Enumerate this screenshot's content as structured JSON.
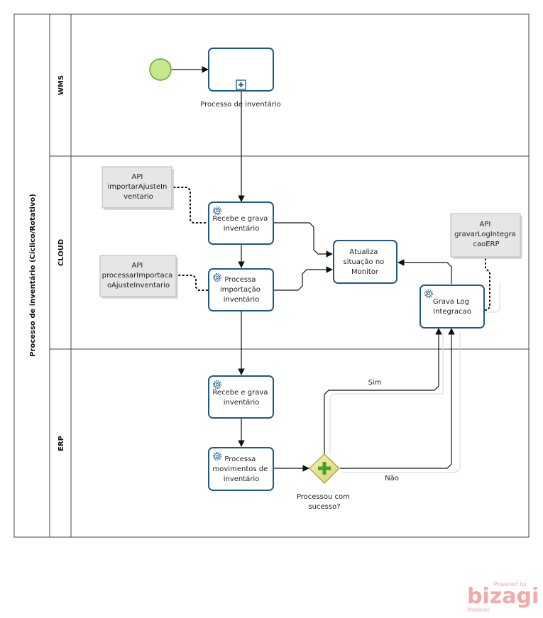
{
  "pool": {
    "label": "Processo de inventário (Cíclico/Rotativo)"
  },
  "lanes": [
    {
      "id": "wms",
      "label": "WMS"
    },
    {
      "id": "cloud",
      "label": "CLOUD"
    },
    {
      "id": "erp",
      "label": "ERP"
    }
  ],
  "nodes": {
    "subprocess_label": "Processo de inventário",
    "t_recebe_cloud": [
      "Recebe e grava",
      "inventário"
    ],
    "t_processa_importacao": [
      "Processa",
      "importação",
      "inventário"
    ],
    "t_atualiza": [
      "Atualiza",
      "situação no",
      "Monitor"
    ],
    "t_grava_log": [
      "Grava Log",
      "Integracao"
    ],
    "t_recebe_erp": [
      "Recebe e grava",
      "inventário"
    ],
    "t_processa_mov": [
      "Processa",
      "movimentos de",
      "inventário"
    ],
    "gateway_label": [
      "Processou com",
      "sucesso?"
    ]
  },
  "annotations": {
    "api_importar": [
      "API",
      "importarAjusteIn",
      "ventario"
    ],
    "api_processar": [
      "API",
      "processarImportaca",
      "oAjusteInventario"
    ],
    "api_gravar": [
      "API",
      "gravarLogIntegra",
      "caoERP"
    ]
  },
  "flow_labels": {
    "sim": "Sim",
    "nao": "Não"
  },
  "branding": {
    "powered": "Powered by",
    "name": "bizagi",
    "product": "Modeler"
  },
  "colors": {
    "task_border": "#1f5a87",
    "start_fill": "#c5e88a",
    "start_stroke": "#6aa02a",
    "gateway_fill": "#e8e28a",
    "gateway_plus": "#3aa52a"
  }
}
